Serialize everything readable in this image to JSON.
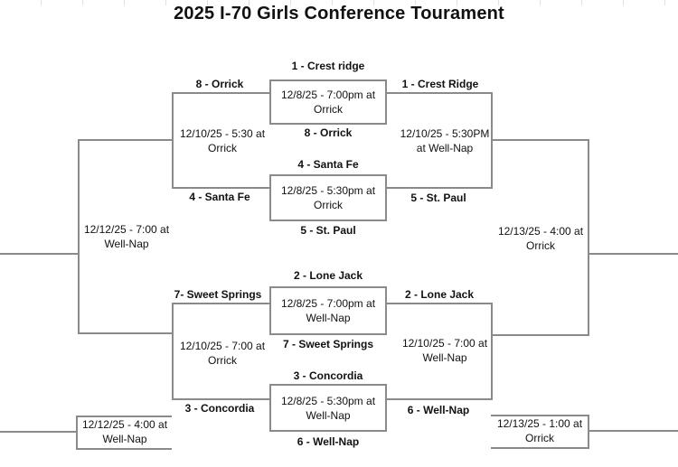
{
  "colors": {
    "bracket_line": "#8a8a8a",
    "text": "#111111",
    "background": "#ffffff"
  },
  "title": "2025 I-70 Girls Conference Tourament",
  "games": {
    "qf1": {
      "top_seed": "1 - Crest ridge",
      "bottom_seed": "8 - Orrick",
      "when_line1": "12/8/25 - 7:00pm at",
      "when_line2": "Orrick"
    },
    "qf2": {
      "top_seed": "4 - Santa Fe",
      "bottom_seed": "5 - St. Paul",
      "when_line1": "12/8/25 - 5:30pm at",
      "when_line2": "Orrick"
    },
    "qf3": {
      "top_seed": "2 - Lone Jack",
      "bottom_seed": "7 - Sweet Springs",
      "when_line1": "12/8/25 - 7:00pm at",
      "when_line2": "Well-Nap"
    },
    "qf4": {
      "top_seed": "3 - Concordia",
      "bottom_seed": "6 - Well-Nap",
      "when_line1": "12/8/25 - 5:30pm at",
      "when_line2": "Well-Nap"
    }
  },
  "advancers": {
    "right": {
      "r1": "1 - Crest Ridge",
      "r2": "5 - St. Paul",
      "r3": "2 - Lone Jack",
      "r4": "6 - Well-Nap"
    },
    "left": {
      "l1": "8 - Orrick",
      "l2": "4 - Santa Fe",
      "l3": "7- Sweet Springs",
      "l4": "3 - Concordia"
    }
  },
  "right_bracket": {
    "semifinal_top": {
      "line1": "12/10/25 - 5:30PM",
      "line2": "at Well-Nap"
    },
    "semifinal_bottom": {
      "line1": "12/10/25 - 7:00 at",
      "line2": "Well-Nap"
    },
    "final": {
      "line1": "12/13/25 - 4:00 at",
      "line2": "Orrick"
    },
    "bottom_game": {
      "line1": "12/13/25 - 1:00 at",
      "line2": "Orrick"
    }
  },
  "left_bracket": {
    "semifinal_top": {
      "line1": "12/10/25 - 5:30 at",
      "line2": "Orrick"
    },
    "semifinal_bottom": {
      "line1": "12/10/25 - 7:00 at",
      "line2": "Orrick"
    },
    "final": {
      "line1": "12/12/25 - 7:00 at",
      "line2": "Well-Nap"
    },
    "bottom_game": {
      "line1": "12/12/25 - 4:00 at",
      "line2": "Well-Nap"
    }
  }
}
